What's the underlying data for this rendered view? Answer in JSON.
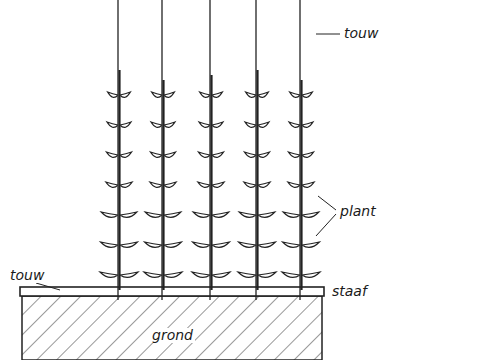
{
  "diagram": {
    "labels": [
      "touw",
      "plant",
      "touw",
      "staaf",
      "grond"
    ]
  }
}
